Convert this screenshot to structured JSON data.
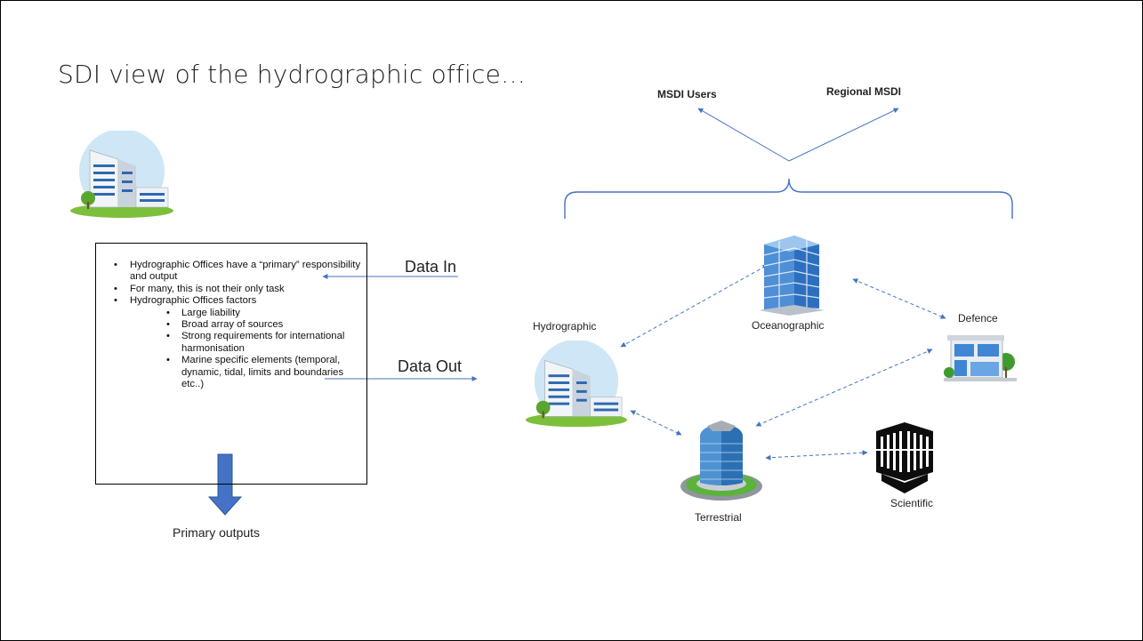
{
  "slide": {
    "title": "SDI view of the hydrographic office…",
    "text_box": {
      "items": [
        {
          "text": "Hydrographic Offices have a “primary” responsibility and output"
        },
        {
          "text": "For many, this is not their only task"
        },
        {
          "text": "Hydrographic Offices factors",
          "subitems": [
            "Large liability",
            "Broad array of sources",
            "Strong requirements for international harmonisation",
            "Marine specific elements (temporal, dynamic, tidal, limits and boundaries etc..)"
          ]
        }
      ]
    },
    "data_in_label": "Data In",
    "data_out_label": "Data Out",
    "primary_outputs_label": "Primary outputs",
    "msdi_users_label": "MSDI Users",
    "regional_msdi_label": "Regional MSDI",
    "nodes": {
      "hydrographic": "Hydrographic",
      "oceanographic": "Oceanographic",
      "defence": "Defence",
      "terrestrial": "Terrestrial",
      "scientific": "Scientific"
    },
    "icons": {
      "hydrographic_office": "office-building-icon",
      "oceanographic": "glass-tower-icon",
      "defence": "modern-house-icon",
      "terrestrial": "round-tower-icon",
      "scientific": "black-building-icon"
    },
    "colors": {
      "connector": "#4472C4",
      "arrow_fill": "#4472C4",
      "arrow_edge": "#2F5597",
      "text": "#222222"
    }
  }
}
